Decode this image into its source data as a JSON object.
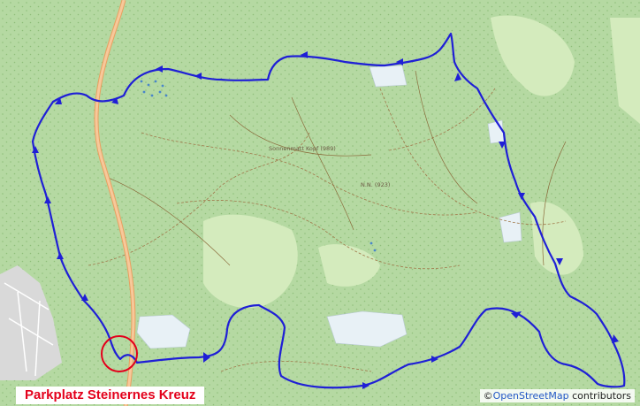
{
  "map": {
    "background_color": "#c8e6b4",
    "forest_color": "#add19e",
    "meadow_color": "#dff0c8",
    "route_color": "#1f1fd6",
    "marker_color": "#e3001b"
  },
  "labels": {
    "start": "Parkplatz Steinernes Kreuz",
    "peak1": "Sonnenmatt Kopf (989)",
    "peak2": "N.N. (923)"
  },
  "attribution": {
    "prefix": "©",
    "link": "OpenStreetMap",
    "suffix": " contributors"
  }
}
